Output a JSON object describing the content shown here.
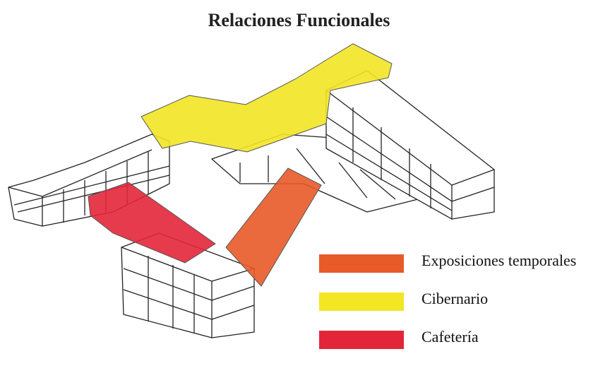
{
  "title": "Relaciones Funcionales",
  "legend": [
    {
      "label": "Exposiciones temporales",
      "color": "#e85a28"
    },
    {
      "label": "Cibernario",
      "color": "#f2e625"
    },
    {
      "label": "Cafetería",
      "color": "#e3253a"
    }
  ],
  "zones": {
    "exposiciones": "#e85a28",
    "cibernario": "#f2e625",
    "cafeteria": "#e3253a"
  }
}
